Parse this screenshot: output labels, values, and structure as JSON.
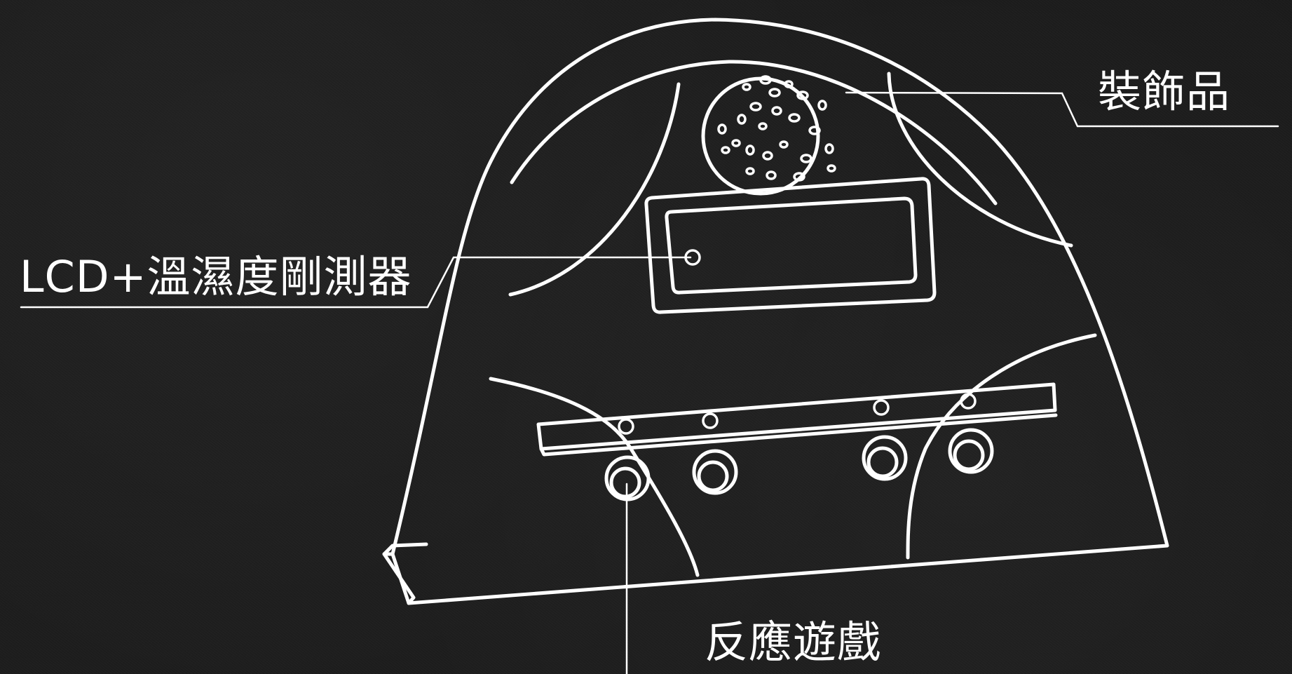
{
  "labels": {
    "decoration": "裝飾品",
    "lcd_sensor": "LCD+溫濕度剛測器",
    "reaction_game": "反應遊戲"
  },
  "colors": {
    "background": "#1b1b1b",
    "stroke": "#ffffff"
  }
}
